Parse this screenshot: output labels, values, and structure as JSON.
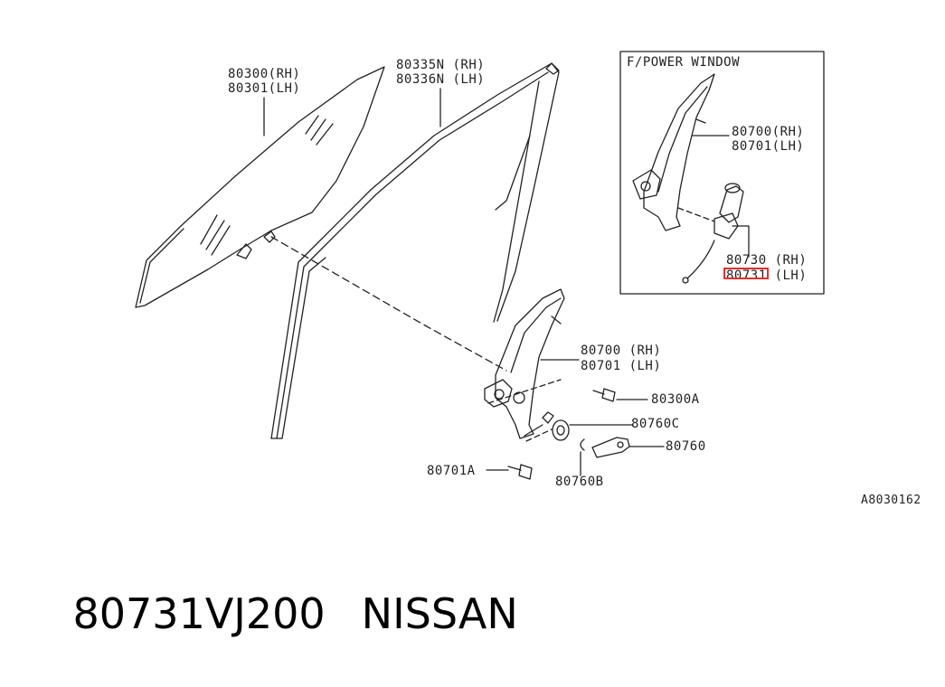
{
  "labels": {
    "glass_rh": "80300(RH)",
    "glass_lh": "80301(LH)",
    "sash_rh": "80335N (RH)",
    "sash_lh": "80336N (LH)",
    "inset_title": "F/POWER WINDOW",
    "inset_reg_rh": "80700(RH)",
    "inset_reg_lh": "80701(LH)",
    "motor_rh": "80730 (RH)",
    "motor_lh": "80731 (LH)",
    "reg_rh": "80700 (RH)",
    "reg_lh": "80701 (LH)",
    "bolt_a": "80300A",
    "washer": "80760C",
    "handle": "80760",
    "clip": "80760B",
    "bolt_b": "80701A",
    "drawing_code": "A8030162"
  },
  "highlight_color": "#e53030",
  "footer": {
    "part_number": "80731VJ200",
    "brand": "NISSAN"
  }
}
